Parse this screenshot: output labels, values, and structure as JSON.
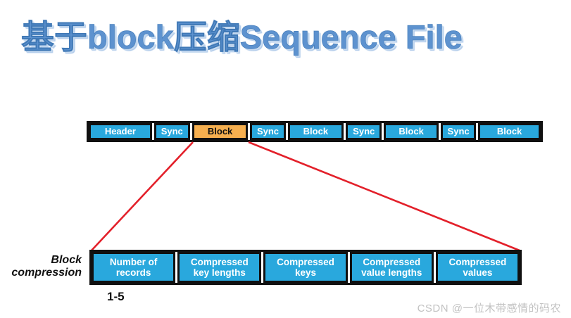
{
  "title": "基于block压缩Sequence File",
  "colors": {
    "cell_blue": "#29a8dd",
    "cell_orange": "#f6af4f",
    "line_red": "#e3202a",
    "title_blue": "#5d92cf",
    "watermark_gray": "#c2c2c2"
  },
  "top_bar": {
    "segments": [
      {
        "label": "Header",
        "highlight": false
      },
      {
        "label": "Sync",
        "highlight": false
      },
      {
        "label": "Block",
        "highlight": true
      },
      {
        "label": "Sync",
        "highlight": false
      },
      {
        "label": "Block",
        "highlight": false
      },
      {
        "label": "Sync",
        "highlight": false
      },
      {
        "label": "Block",
        "highlight": false
      },
      {
        "label": "Sync",
        "highlight": false
      },
      {
        "label": "Block",
        "highlight": false
      }
    ]
  },
  "bottom_bar": {
    "cells": [
      "Number of\nrecords",
      "Compressed\nkey lengths",
      "Compressed\nkeys",
      "Compressed\nvalue lengths",
      "Compressed\nvalues"
    ]
  },
  "side_label": "Block\ncompression",
  "range_label": "1-5",
  "watermark": "CSDN @一位木带感情的码农"
}
